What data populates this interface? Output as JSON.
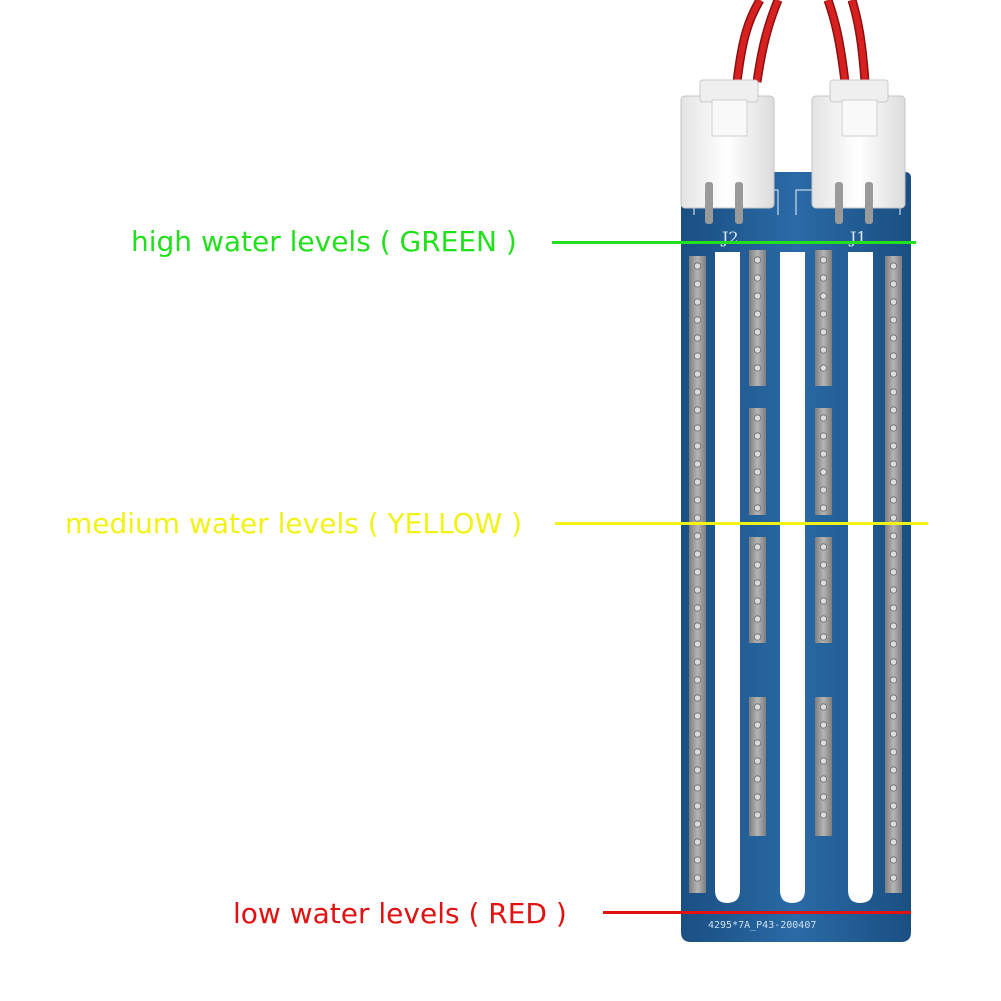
{
  "labels": {
    "high": "high water levels ( GREEN )",
    "medium": "medium water levels ( YELLOW )",
    "low": "low water levels ( RED )"
  },
  "colors": {
    "high": "#22e01c",
    "medium": "#f2f217",
    "low": "#e01212",
    "board": "#1e5d96",
    "pad": "#8f8f8f",
    "connector": "#f4f4f4",
    "wire": "#d82020"
  },
  "board": {
    "connector_left": "J2",
    "connector_right": "J1",
    "part_number": "4295*7A_P43-200407"
  }
}
